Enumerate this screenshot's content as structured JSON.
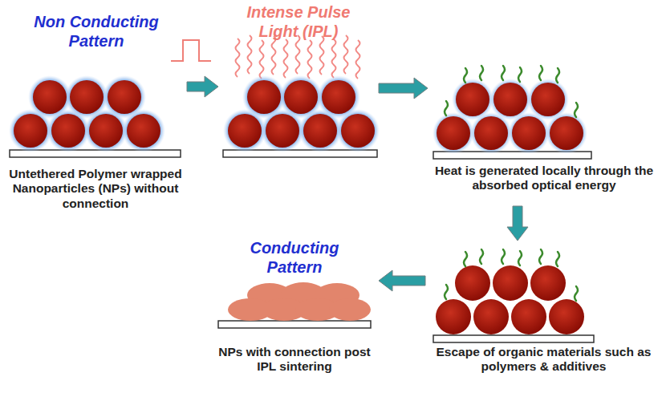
{
  "diagram": {
    "nodes": [
      {
        "text": [
          "Non Conducting Pattern",
          "Untethered Polymer wrapped Nanoparticles (NPs) without connection"
        ]
      },
      {
        "text": [
          "Intense Pulse Light (IPL)"
        ]
      },
      {
        "text": [
          "Heat is generated locally through the absorbed optical energy"
        ]
      },
      {
        "text": [
          "Escape of organic materials such as polymers & additives"
        ]
      },
      {
        "text": [
          "Conducting Pattern",
          "NPs with connection post IPL sintering"
        ]
      }
    ],
    "edges": [
      {
        "from": 0,
        "to": 1,
        "arrow": "to"
      },
      {
        "from": 1,
        "to": 2,
        "arrow": "to"
      },
      {
        "from": 2,
        "to": 3,
        "arrow": "to"
      },
      {
        "from": 3,
        "to": 4,
        "arrow": "to"
      }
    ]
  }
}
